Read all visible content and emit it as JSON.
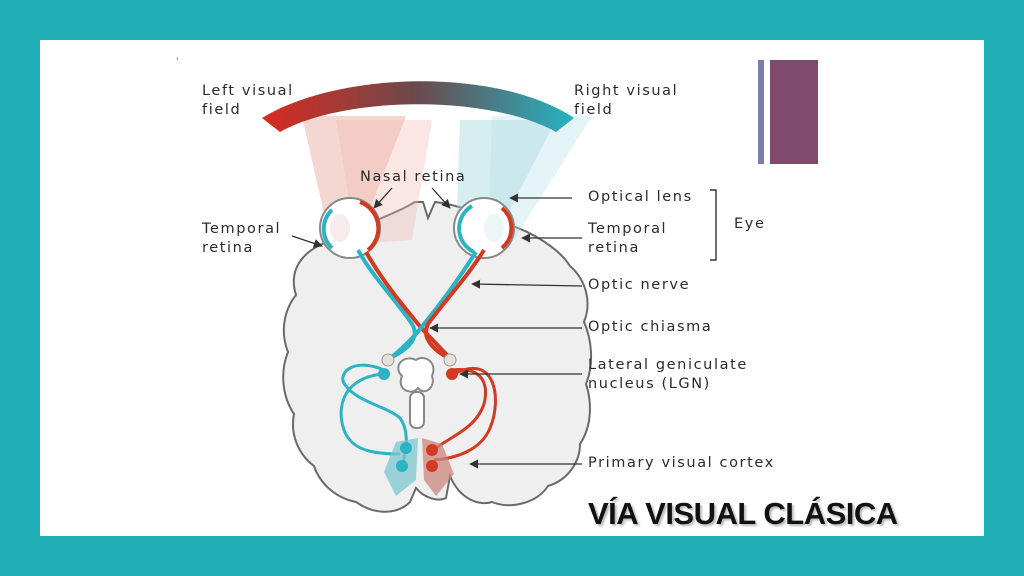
{
  "slide": {
    "title": "VÍA VISUAL CLÁSICA",
    "stray_mark": "'"
  },
  "diagram": {
    "labels": {
      "left_visual_field": [
        "Left visual",
        "field"
      ],
      "right_visual_field": [
        "Right visual",
        "field"
      ],
      "nasal_retina": "Nasal retina",
      "temporal_retina_left": [
        "Temporal",
        "retina"
      ],
      "optical_lens": "Optical lens",
      "temporal_retina_right": [
        "Temporal",
        "retina"
      ],
      "eye": "Eye",
      "optic_nerve": "Optic nerve",
      "optic_chiasma": "Optic chiasma",
      "lgn": [
        "Lateral geniculate",
        "nucleus (LGN)"
      ],
      "primary_visual_cortex": "Primary visual cortex"
    },
    "colors": {
      "left_pathway": "#d33a22",
      "right_pathway": "#2db4c4",
      "brain_fill": "#efefef",
      "brain_outline": "#6a6a6a",
      "background": "#22b0b8",
      "deco_bar_thin": "#7a7fa8",
      "deco_bar_wide": "#7e4a6e"
    }
  }
}
